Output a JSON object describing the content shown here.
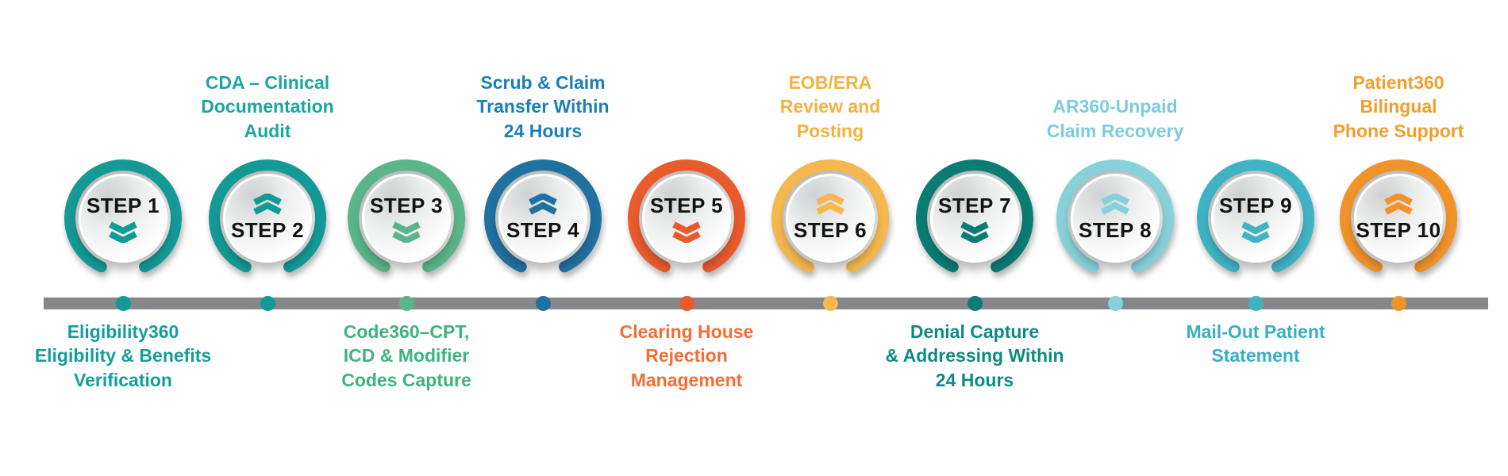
{
  "diagram": {
    "timeline_color": "#85878a",
    "steps": [
      {
        "title": "STEP 1",
        "label": "Eligibility360\nEligibility & Benefits\nVerification",
        "color": "#149a96",
        "label_color": "#169d99",
        "label_position": "below",
        "chevron": "down"
      },
      {
        "title": "STEP 2",
        "label": "CDA – Clinical\nDocumentation\nAudit",
        "color": "#149a96",
        "label_color": "#1ba6a0",
        "label_position": "above",
        "chevron": "up"
      },
      {
        "title": "STEP 3",
        "label": "Code360–CPT,\nICD & Modifier\nCodes Capture",
        "color": "#5bb58b",
        "label_color": "#3fb27e",
        "label_position": "below",
        "chevron": "down"
      },
      {
        "title": "STEP 4",
        "label": "Scrub & Claim\nTransfer Within\n24 Hours",
        "color": "#20719f",
        "label_color": "#1a7fb8",
        "label_position": "above",
        "chevron": "up"
      },
      {
        "title": "STEP 5",
        "label": "Clearing House\nRejection\nManagement",
        "color": "#e95b2d",
        "label_color": "#f36d35",
        "label_position": "below",
        "chevron": "down"
      },
      {
        "title": "STEP 6",
        "label": "EOB/ERA\nReview and\nPosting",
        "color": "#f4b84e",
        "label_color": "#f3b240",
        "label_position": "above",
        "chevron": "up"
      },
      {
        "title": "STEP 7",
        "label": "Denial Capture\n& Addressing Within\n24 Hours",
        "color": "#0b7c74",
        "label_color": "#0e8b82",
        "label_position": "below",
        "chevron": "down"
      },
      {
        "title": "STEP 8",
        "label": "AR360-Unpaid\nClaim Recovery",
        "color": "#87d1d9",
        "label_color": "#7bcbde",
        "label_position": "above",
        "chevron": "up"
      },
      {
        "title": "STEP 9",
        "label": "Mail-Out Patient\nStatement",
        "color": "#3fb3c3",
        "label_color": "#38aec5",
        "label_position": "below",
        "chevron": "down"
      },
      {
        "title": "STEP 10",
        "label": "Patient360\nBilingual\nPhone Support",
        "color": "#f0932b",
        "label_color": "#f29d2e",
        "label_position": "above",
        "chevron": "up"
      }
    ]
  }
}
